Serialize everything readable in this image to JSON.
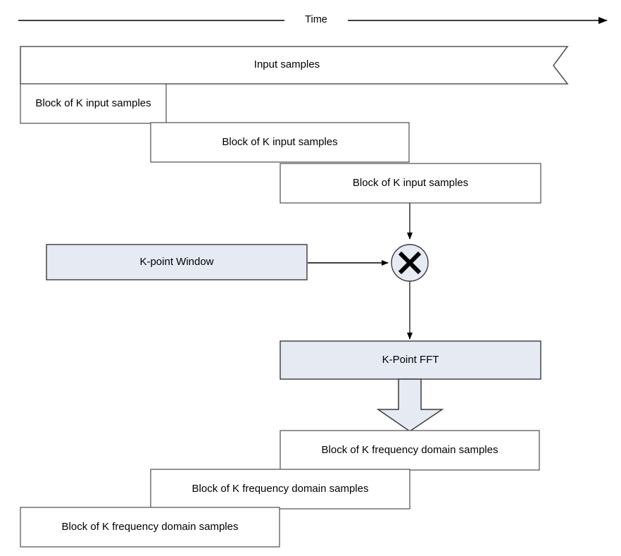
{
  "diagram": {
    "title": "Short-Time Fourier Transform block diagram",
    "timeline": {
      "label": "Time",
      "arrow_name": "time-axis-arrow"
    },
    "stream": {
      "label": "Input samples",
      "torn_edge": true
    },
    "input_blocks": [
      {
        "label": "Block of K input samples"
      },
      {
        "label": "Block of K input samples"
      },
      {
        "label": "Block of K input samples"
      }
    ],
    "window_box": {
      "label": "K-point Window"
    },
    "multiplier": {
      "symbol": "×",
      "name": "multiply-operator"
    },
    "fft_box": {
      "label": "K-Point FFT"
    },
    "output_blocks": [
      {
        "label": "Block of K frequency domain samples"
      },
      {
        "label": "Block of K frequency domain samples"
      },
      {
        "label": "Block of K frequency domain samples"
      }
    ],
    "colors": {
      "fill_blue": "#E5EAF3",
      "stroke_dark": "#333333",
      "stroke_thin": "#5A5A5A",
      "stroke_black": "#000000",
      "background": "#FFFFFF"
    }
  }
}
